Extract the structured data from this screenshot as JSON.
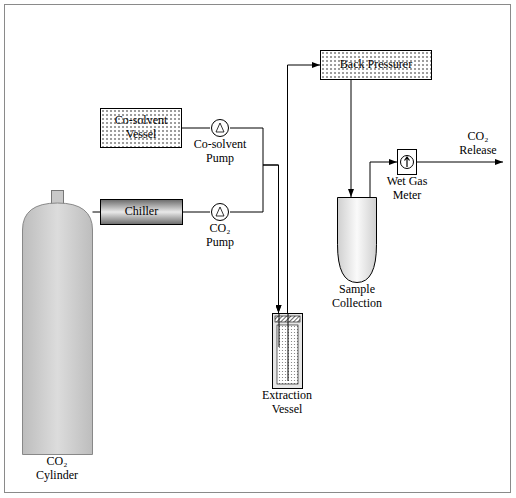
{
  "diagram": {
    "nodes": [
      {
        "text": [
          "Back Pressurer"
        ]
      },
      {
        "text": [
          "Co-solvent Vessel"
        ]
      },
      {
        "text": [
          "Co-solvent Pump"
        ]
      },
      {
        "text": [
          "Wet Gas Meter"
        ]
      },
      {
        "text": [
          "Sample Collection"
        ]
      },
      {
        "text": [
          "Chiller"
        ]
      },
      {
        "text": [
          "CO₂ Pump"
        ]
      },
      {
        "text": [
          "Extraction Vessel"
        ]
      },
      {
        "text": [
          "CO₂ Cylinder"
        ]
      }
    ],
    "edges": [
      {
        "from": 8,
        "to": 5,
        "arrow": "none"
      },
      {
        "from": 5,
        "to": 6,
        "arrow": "none"
      },
      {
        "from": 1,
        "to": 2,
        "arrow": "none"
      },
      {
        "from": 2,
        "to": 7,
        "arrow": "to"
      },
      {
        "from": 6,
        "to": 7,
        "arrow": "to"
      },
      {
        "from": 7,
        "to": 0,
        "arrow": "to"
      },
      {
        "from": 0,
        "to": 4,
        "arrow": "to"
      },
      {
        "from": 4,
        "to": 3,
        "arrow": "to"
      }
    ],
    "labels": [
      "CO₂ Release"
    ]
  }
}
